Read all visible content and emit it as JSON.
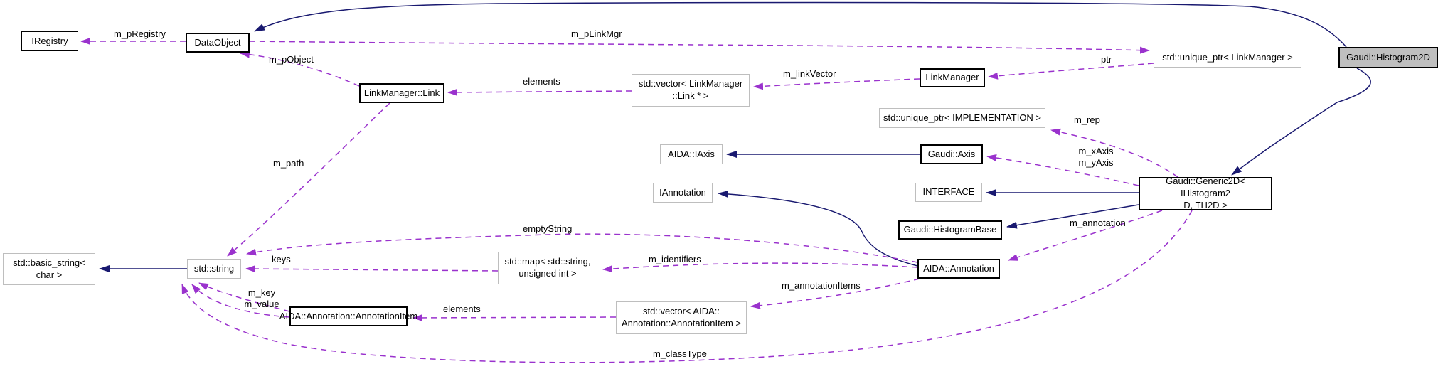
{
  "diagram": {
    "kind": "doxygen-collaboration-graph",
    "main_class": "Gaudi::Histogram2D",
    "nodes": {
      "iregistry": {
        "label": "IRegistry"
      },
      "dataobject": {
        "label": "DataObject"
      },
      "linkmanager_link": {
        "label": "LinkManager::Link"
      },
      "vector_links": {
        "label": "std::vector< LinkManager\n::Link * >"
      },
      "linkmanager": {
        "label": "LinkManager"
      },
      "uniqueptr_linkmanager": {
        "label": "std::unique_ptr< LinkManager >"
      },
      "histogram2d": {
        "label": "Gaudi::Histogram2D"
      },
      "uniqueptr_impl": {
        "label": "std::unique_ptr< IMPLEMENTATION >"
      },
      "aida_iaxis": {
        "label": "AIDA::IAxis"
      },
      "gaudi_axis": {
        "label": "Gaudi::Axis"
      },
      "iannotation": {
        "label": "IAnnotation"
      },
      "interface": {
        "label": "INTERFACE"
      },
      "histogrambase": {
        "label": "Gaudi::HistogramBase"
      },
      "generic2d": {
        "label": "Gaudi::Generic2D< IHistogram2\nD, TH2D >"
      },
      "basic_string": {
        "label": "std::basic_string<\nchar >"
      },
      "stdstring": {
        "label": "std::string"
      },
      "stdmap": {
        "label": "std::map< std::string,\nunsigned int >"
      },
      "aida_annotation": {
        "label": "AIDA::Annotation"
      },
      "annotationitem": {
        "label": "AIDA::Annotation::AnnotationItem"
      },
      "vector_items": {
        "label": "std::vector< AIDA::\nAnnotation::AnnotationItem >"
      }
    },
    "edges": {
      "m_pRegistry": {
        "from": "DataObject",
        "to": "IRegistry",
        "label": "m_pRegistry",
        "type": "usage"
      },
      "m_pLinkMgr": {
        "from": "DataObject",
        "to": "std::unique_ptr< LinkManager >",
        "label": "m_pLinkMgr",
        "type": "usage"
      },
      "ptr": {
        "from": "std::unique_ptr< LinkManager >",
        "to": "LinkManager",
        "label": "ptr",
        "type": "usage"
      },
      "m_linkVector": {
        "from": "LinkManager",
        "to": "std::vector< LinkManager::Link * >",
        "label": "m_linkVector",
        "type": "usage"
      },
      "elements_links": {
        "from": "std::vector< LinkManager::Link * >",
        "to": "LinkManager::Link",
        "label": "elements",
        "type": "usage"
      },
      "m_pObject": {
        "from": "LinkManager::Link",
        "to": "DataObject",
        "label": "m_pObject",
        "type": "usage"
      },
      "m_path": {
        "from": "LinkManager::Link",
        "to": "std::string",
        "label": "m_path",
        "type": "usage"
      },
      "m_rep": {
        "from": "Gaudi::Generic2D< IHistogram2D, TH2D >",
        "to": "std::unique_ptr< IMPLEMENTATION >",
        "label": "m_rep",
        "type": "usage"
      },
      "m_axes": {
        "from": "Gaudi::Generic2D< IHistogram2D, TH2D >",
        "to": "Gaudi::Axis",
        "label": "m_xAxis\nm_yAxis",
        "type": "usage"
      },
      "m_annotation": {
        "from": "Gaudi::Generic2D< IHistogram2D, TH2D >",
        "to": "AIDA::Annotation",
        "label": "m_annotation",
        "type": "usage"
      },
      "m_identifiers": {
        "from": "AIDA::Annotation",
        "to": "std::map< std::string, unsigned int >",
        "label": "m_identifiers",
        "type": "usage"
      },
      "keys": {
        "from": "std::map< std::string, unsigned int >",
        "to": "std::string",
        "label": "keys",
        "type": "usage"
      },
      "emptyString": {
        "from": "AIDA::Annotation",
        "to": "std::string",
        "label": "emptyString",
        "type": "usage"
      },
      "m_annotationItems": {
        "from": "AIDA::Annotation",
        "to": "std::vector< AIDA::Annotation::AnnotationItem >",
        "label": "m_annotationItems",
        "type": "usage"
      },
      "elements_items": {
        "from": "std::vector< AIDA::Annotation::AnnotationItem >",
        "to": "AIDA::Annotation::AnnotationItem",
        "label": "elements",
        "type": "usage"
      },
      "m_key_value": {
        "from": "AIDA::Annotation::AnnotationItem",
        "to": "std::string",
        "label": "m_key\nm_value",
        "type": "usage"
      },
      "m_classType": {
        "from": "Gaudi::Generic2D< IHistogram2D, TH2D >",
        "to": "std::string",
        "label": "m_classType",
        "type": "usage"
      },
      "inherit_dataobject": {
        "from": "Gaudi::Histogram2D",
        "to": "DataObject",
        "label": "",
        "type": "inheritance"
      },
      "inherit_generic2d": {
        "from": "Gaudi::Histogram2D",
        "to": "Gaudi::Generic2D< IHistogram2D, TH2D >",
        "label": "",
        "type": "inheritance"
      },
      "inherit_iaxis": {
        "from": "Gaudi::Axis",
        "to": "AIDA::IAxis",
        "label": "",
        "type": "inheritance"
      },
      "inherit_interface": {
        "from": "Gaudi::Generic2D< IHistogram2D, TH2D >",
        "to": "INTERFACE",
        "label": "",
        "type": "inheritance"
      },
      "inherit_histogrambase": {
        "from": "Gaudi::Generic2D< IHistogram2D, TH2D >",
        "to": "Gaudi::HistogramBase",
        "label": "",
        "type": "inheritance"
      },
      "inherit_iannotation": {
        "from": "AIDA::Annotation",
        "to": "IAnnotation",
        "label": "",
        "type": "inheritance"
      },
      "inherit_basic_string": {
        "from": "std::string",
        "to": "std::basic_string< char >",
        "label": "",
        "type": "inheritance"
      }
    }
  },
  "colors": {
    "inheritance_edge": "#191970",
    "usage_edge": "#9a32cd",
    "node_border": "#000000",
    "template_border": "#bebebe",
    "node_fill": "#ffffff",
    "main_node_fill": "#bfbfbf",
    "label_color": "#000000",
    "background": "#ffffff"
  }
}
